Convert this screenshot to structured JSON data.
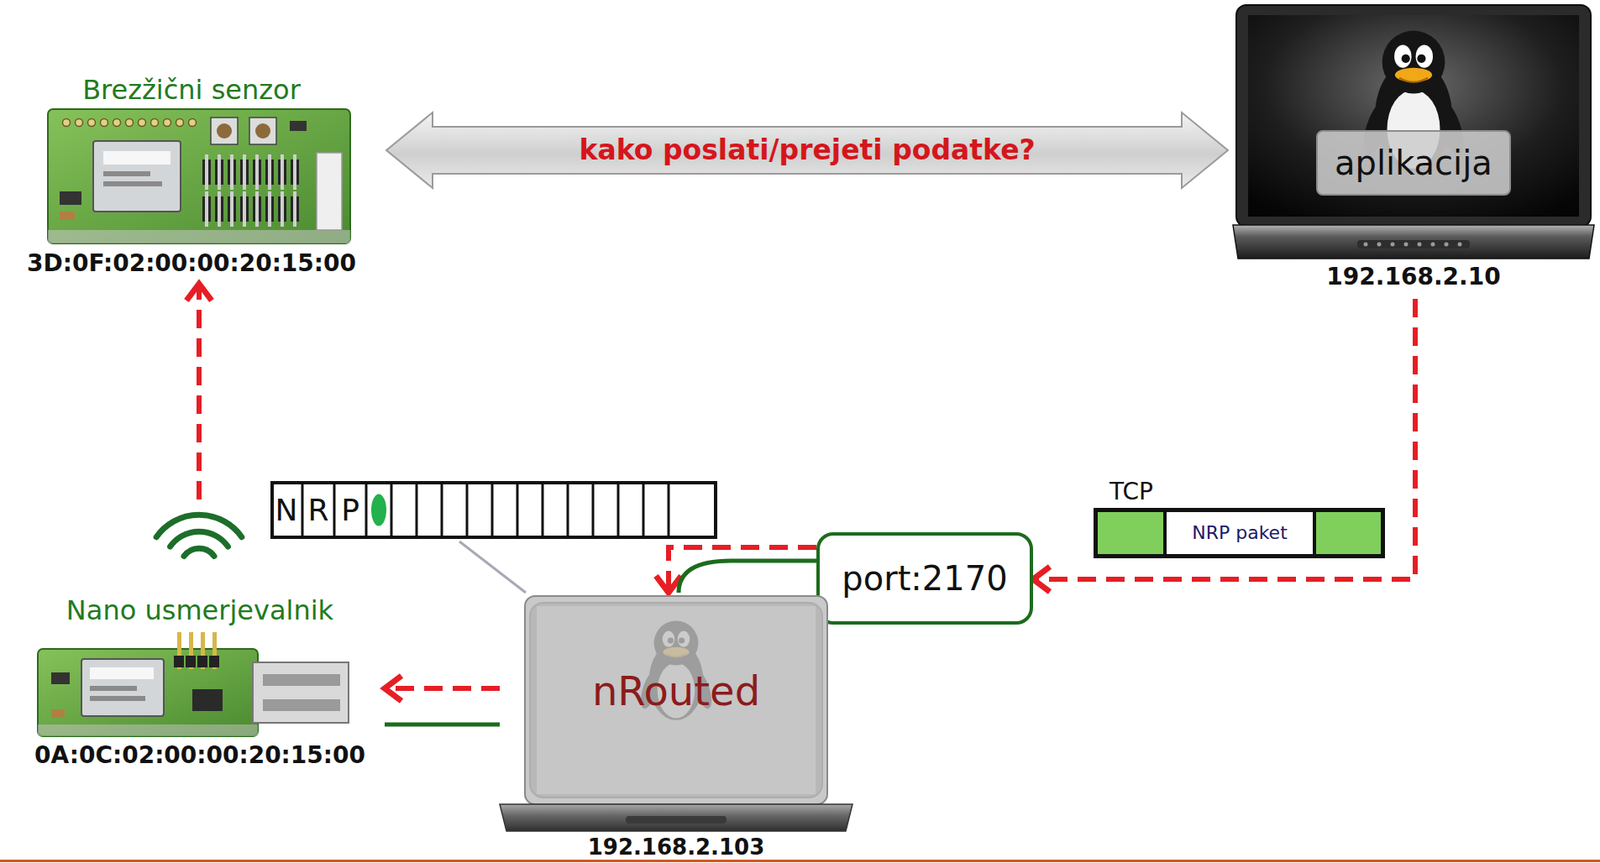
{
  "diagram": {
    "nodes": [
      {
        "text": [
          "Brezžični senzor",
          "3D:0F:02:00:00:20:15:00"
        ]
      },
      {
        "text": [
          "192.168.2.10"
        ]
      },
      {
        "text": [
          "aplikacija"
        ],
        "in": 1
      },
      {
        "text": [
          "N",
          "R",
          "P"
        ]
      },
      {
        "text": [
          "port:2170"
        ]
      },
      {
        "text": [
          "TCP"
        ]
      },
      {
        "text": [
          "NRP paket"
        ],
        "in": 5
      },
      {
        "text": [
          "Nano usmerjevalnik",
          "0A:0C:02:00:00:20:15:00"
        ]
      },
      {
        "text": [
          "nRouted",
          "192.168.2.103"
        ]
      }
    ],
    "edges": [
      {
        "from": 0,
        "to": 1,
        "arrow": "both",
        "label": "kako poslati/prejeti podatke?"
      },
      {
        "from": 1,
        "to": 4,
        "arrow": "to"
      },
      {
        "from": 4,
        "to": 8,
        "arrow": "to"
      },
      {
        "from": 4,
        "to": 8,
        "arrow": "none"
      },
      {
        "from": 8,
        "to": 7,
        "arrow": "to"
      },
      {
        "from": 8,
        "to": 7,
        "arrow": "none"
      },
      {
        "from": 7,
        "to": 0,
        "arrow": "to"
      },
      {
        "from": 3,
        "to": 8,
        "arrow": "none"
      }
    ]
  }
}
